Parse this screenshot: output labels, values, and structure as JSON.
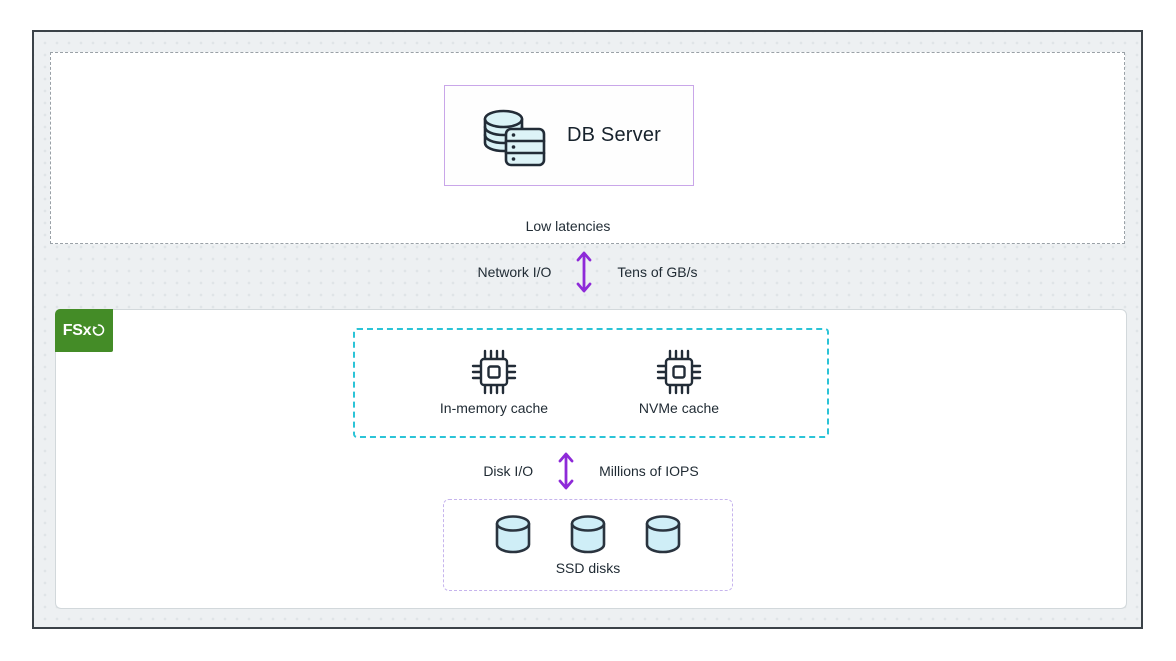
{
  "diagram": {
    "db_server": {
      "label": "DB Server"
    },
    "low_latency_note": "Low latencies",
    "network_io": {
      "left_label": "Network I/O",
      "right_label": "Tens of GB/s"
    },
    "fsx_badge": {
      "label": "FSx"
    },
    "cache_box": {
      "items": [
        {
          "label": "In-memory cache",
          "icon": "cpu-chip-icon"
        },
        {
          "label": "NVMe cache",
          "icon": "cpu-chip-icon"
        }
      ]
    },
    "disk_io": {
      "left_label": "Disk I/O",
      "right_label": "Millions of IOPS"
    },
    "ssd_box": {
      "label": "SSD disks",
      "disk_count": 3
    }
  },
  "colors": {
    "arrow_purple": "#8e2ad8",
    "db_box_border": "#c9a6e9",
    "cache_box_border": "#2bc4d7",
    "ssd_box_border": "#c6b4ed",
    "fsx_badge_green": "#448c27",
    "icon_fill_cyan": "#d9f2f6",
    "icon_stroke": "#222c37",
    "outer_border": "#3b4248",
    "dashed_gray": "#9aa1a7"
  }
}
